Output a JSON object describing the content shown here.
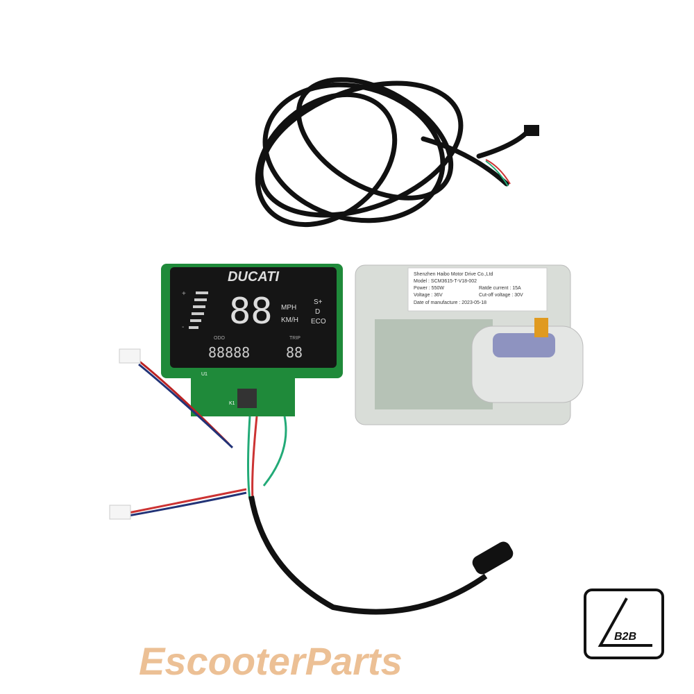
{
  "display": {
    "brand": "DUCATI",
    "speed_digits": "88",
    "unit_mph": "MPH",
    "unit_kmh": "KM/H",
    "mode_s": "S+",
    "mode_d": "D",
    "mode_eco": "ECO",
    "odo_label": "ODO",
    "odo_digits": "88888",
    "trip_label": "TRIP",
    "trip_digits": "88",
    "plus": "+",
    "minus": "-",
    "board_k1": "K1",
    "board_u1": "U1"
  },
  "controller_label": {
    "maker": "Shenzhen Haibo Motor Drive Co.,Ltd",
    "model": "Model : SCM3615-T-V18-002",
    "power": "Power : 550W",
    "rated_current": "Ratde current : 15A",
    "voltage": "Voltage : 36V",
    "cutoff": "Cut-off voltage : 30V",
    "date": "Date of manufacture : 2023-05-18"
  },
  "watermark": "EscooterParts",
  "logo": "B2B",
  "colors": {
    "pcb": "#1f8a3a",
    "lcd": "#151515",
    "cable": "#111111",
    "housing": "#d9ddd8"
  }
}
